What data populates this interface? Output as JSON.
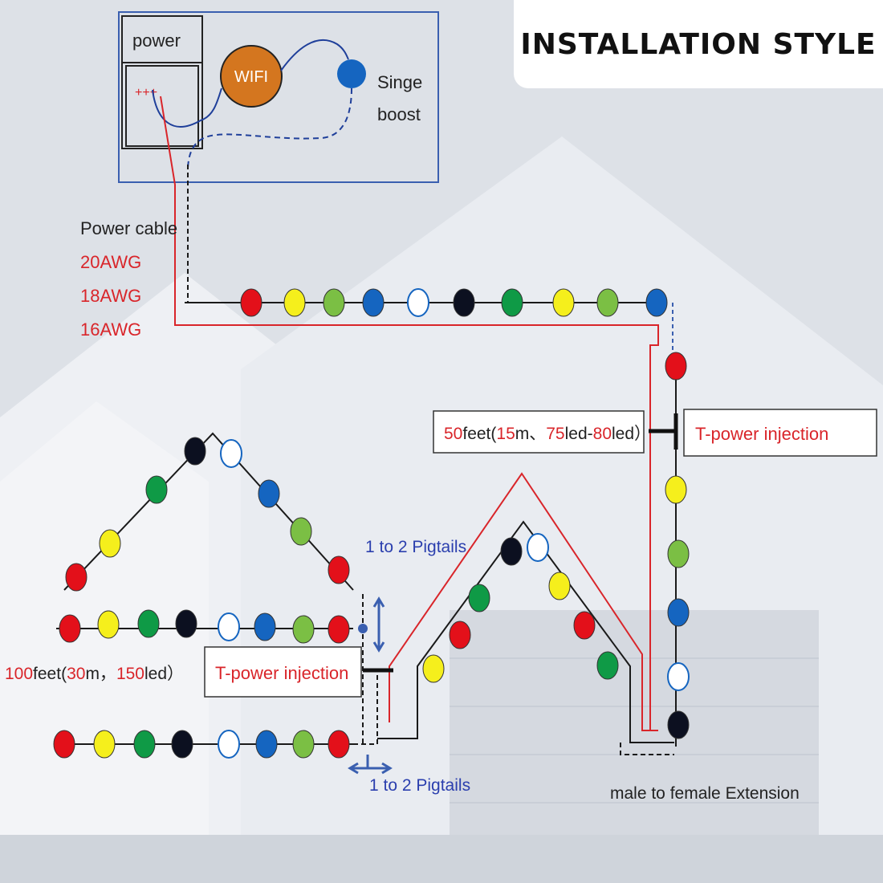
{
  "title": "INSTALLATION STYLE",
  "controller": {
    "power_label": "power",
    "plus_marks": "+++",
    "wifi_label": "WIFI",
    "boost_line1": "Singe",
    "boost_line2": "boost"
  },
  "cable": {
    "label": "Power cable",
    "gauges": [
      "20AWG",
      "18AWG",
      "16AWG"
    ]
  },
  "spec_right": {
    "n1": "50",
    "t1": "feet(",
    "n2": "15",
    "t2": "m、",
    "n3": "75",
    "t3": "led-",
    "n4": "80",
    "t4": "led）"
  },
  "spec_left": {
    "n1": "100",
    "t1": "feet(",
    "n2": "30",
    "t2": "m，",
    "n3": "150",
    "t3": "led）"
  },
  "t_power_right": "T-power injection",
  "t_power_left": "T-power injection",
  "pigtails_upper": "1 to 2 Pigtails",
  "pigtails_lower": "1 to 2 Pigtails",
  "extension": "male to female Extension",
  "colors": {
    "red": "#e3101a",
    "yellow": "#f5ef1c",
    "lightgreen": "#7bbf44",
    "blue": "#1565c0",
    "white": "#ffffff",
    "black": "#0c1020",
    "green": "#0f9a46",
    "wire_red": "#d9252a",
    "wire_dark": "#1a1a1a",
    "frame_blue": "#3a5fb0",
    "wifi_orange": "#d4761f",
    "label_blue": "#2b3fae"
  },
  "bulb_sequences": {
    "top_row": [
      "red",
      "yellow",
      "lightgreen",
      "blue",
      "white",
      "black",
      "green",
      "yellow",
      "lightgreen",
      "blue"
    ],
    "right_column": [
      "red",
      "yellow",
      "lightgreen",
      "blue",
      "white",
      "black"
    ],
    "left_peak": [
      "red",
      "yellow",
      "green",
      "black",
      "white",
      "blue",
      "lightgreen",
      "red"
    ],
    "middle_row": [
      "red",
      "yellow",
      "green",
      "black",
      "white",
      "blue",
      "lightgreen",
      "red"
    ],
    "bottom_row": [
      "red",
      "yellow",
      "green",
      "black",
      "white",
      "blue",
      "lightgreen",
      "red"
    ],
    "right_peak": [
      "yellow",
      "red",
      "green",
      "black",
      "white",
      "yellow",
      "red",
      "green"
    ]
  }
}
